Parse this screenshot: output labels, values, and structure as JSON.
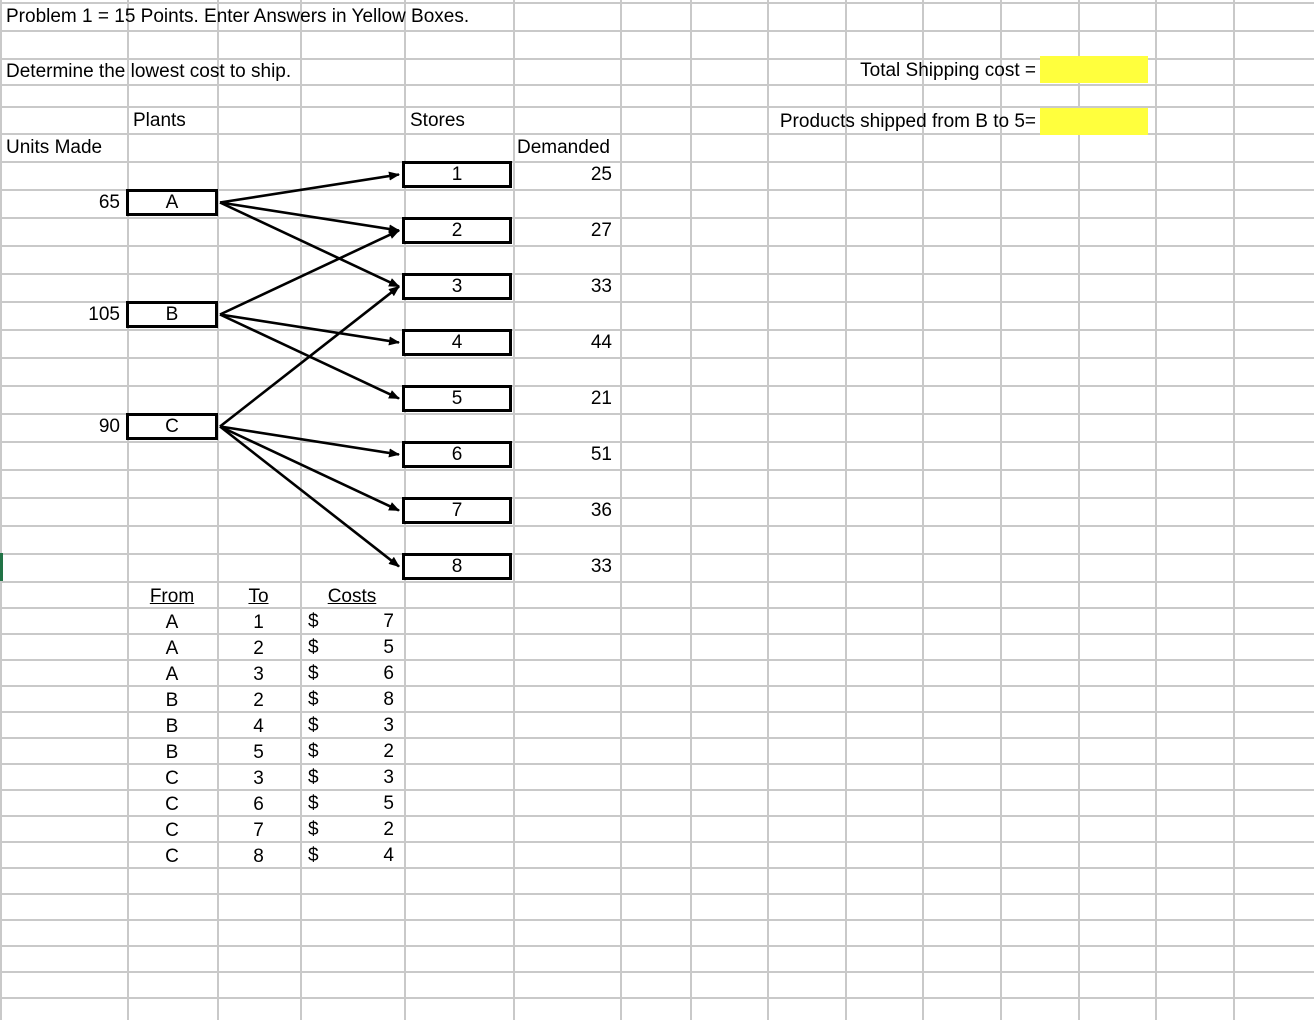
{
  "sheet": {
    "title_row": "Problem 1 = 15 Points.  Enter Answers in Yellow Boxes.",
    "instruction_row": "Determine the lowest cost to ship.",
    "labels": {
      "plants": "Plants",
      "stores": "Stores",
      "units_made": "Units Made",
      "demanded": "Demanded"
    },
    "answers": [
      {
        "label": "Total Shipping cost =",
        "value": "",
        "fill": "#ffff3d"
      },
      {
        "label": "Products shipped from B to 5=",
        "value": "",
        "fill": "#ffff3d"
      }
    ]
  },
  "plants": [
    {
      "name": "A",
      "units": "65"
    },
    {
      "name": "B",
      "units": "105"
    },
    {
      "name": "C",
      "units": "90"
    }
  ],
  "stores": [
    {
      "name": "1",
      "demand": "25"
    },
    {
      "name": "2",
      "demand": "27"
    },
    {
      "name": "3",
      "demand": "33"
    },
    {
      "name": "4",
      "demand": "44"
    },
    {
      "name": "5",
      "demand": "21"
    },
    {
      "name": "6",
      "demand": "51"
    },
    {
      "name": "7",
      "demand": "36"
    },
    {
      "name": "8",
      "demand": "33"
    }
  ],
  "routes": [
    {
      "from": "A",
      "to": "1"
    },
    {
      "from": "A",
      "to": "2"
    },
    {
      "from": "A",
      "to": "3"
    },
    {
      "from": "B",
      "to": "2"
    },
    {
      "from": "B",
      "to": "4"
    },
    {
      "from": "B",
      "to": "5"
    },
    {
      "from": "C",
      "to": "3"
    },
    {
      "from": "C",
      "to": "6"
    },
    {
      "from": "C",
      "to": "7"
    },
    {
      "from": "C",
      "to": "8"
    }
  ],
  "cost_table": {
    "headers": {
      "from": "From",
      "to": "To",
      "costs": "Costs"
    },
    "currency_symbol": "$",
    "rows": [
      {
        "from": "A",
        "to": "1",
        "cost": "7"
      },
      {
        "from": "A",
        "to": "2",
        "cost": "5"
      },
      {
        "from": "A",
        "to": "3",
        "cost": "6"
      },
      {
        "from": "B",
        "to": "2",
        "cost": "8"
      },
      {
        "from": "B",
        "to": "4",
        "cost": "3"
      },
      {
        "from": "B",
        "to": "5",
        "cost": "2"
      },
      {
        "from": "C",
        "to": "3",
        "cost": "3"
      },
      {
        "from": "C",
        "to": "6",
        "cost": "5"
      },
      {
        "from": "C",
        "to": "7",
        "cost": "2"
      },
      {
        "from": "C",
        "to": "8",
        "cost": "4"
      }
    ]
  }
}
